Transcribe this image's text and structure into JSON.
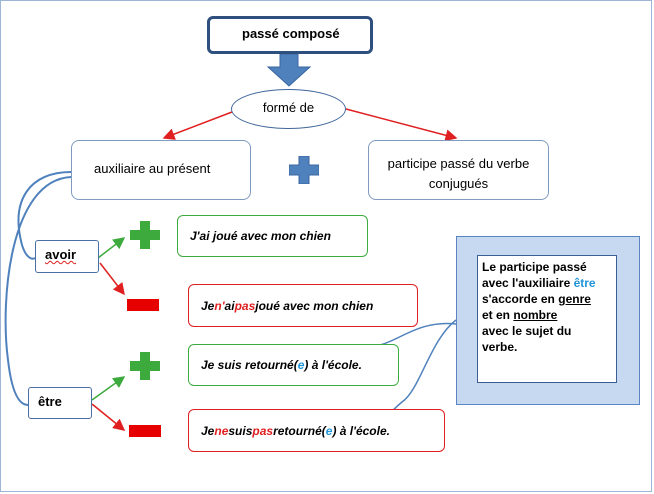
{
  "title": "passé composé",
  "forme_de": "formé de",
  "auxiliaire": "auxiliaire au présent",
  "participe": [
    "participe passé du verbe",
    "conjugués"
  ],
  "avoir": "avoir",
  "etre": "être",
  "sentences": {
    "s1": "J'ai joué avec mon chien",
    "s2": {
      "a": "Je ",
      "b": "n'",
      "c": "ai ",
      "d": "pas",
      "e": " joué avec mon chien"
    },
    "s3": {
      "a": "Je suis retourné(",
      "b": "e",
      "c": ")  à l'école."
    },
    "s4": {
      "a": "Je ",
      "b": "ne",
      "c": " suis ",
      "d": "pas",
      "e": " retourné(",
      "f": "e",
      "g": ") à l'école."
    }
  },
  "rule": {
    "l1": "Le participe passé",
    "l2a": "avec l'auxiliaire ",
    "l2b": "être",
    "l3a": "s'accorde en ",
    "l3b": "genre",
    "l4a": "et en ",
    "l4b": "nombre",
    "l5": "avec le sujet du",
    "l6": "verbe."
  },
  "colors": {
    "green": "#3daa3d",
    "red": "#e02020",
    "blue": "#1f95d8",
    "arrow_blue": "#4f81bd"
  }
}
